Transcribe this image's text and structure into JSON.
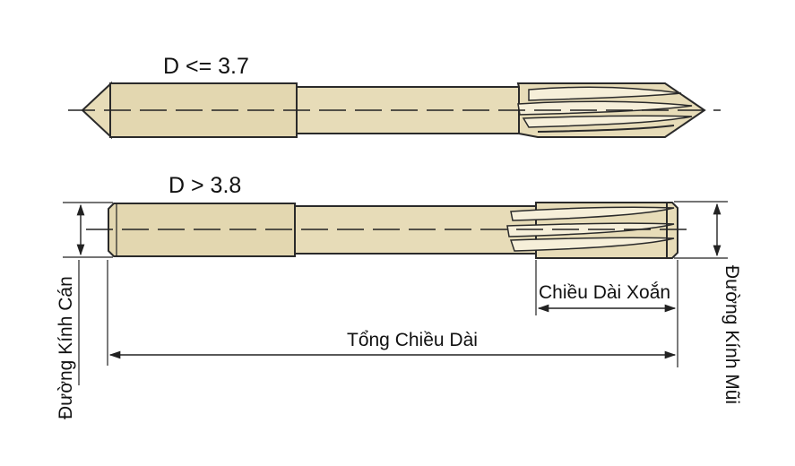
{
  "variants": {
    "small": {
      "label": "D <= 3.7"
    },
    "large": {
      "label": "D > 3.8"
    }
  },
  "dimensions": {
    "shank_diameter": "Đường Kính Cán",
    "tip_diameter": "Đường Kính Mũi",
    "flute_length": "Chiều Dài Xoắn",
    "overall_length": "Tổng Chiều Dài"
  },
  "colors": {
    "tool_body": "#e7dcb8",
    "outline": "#2a2a2a"
  }
}
